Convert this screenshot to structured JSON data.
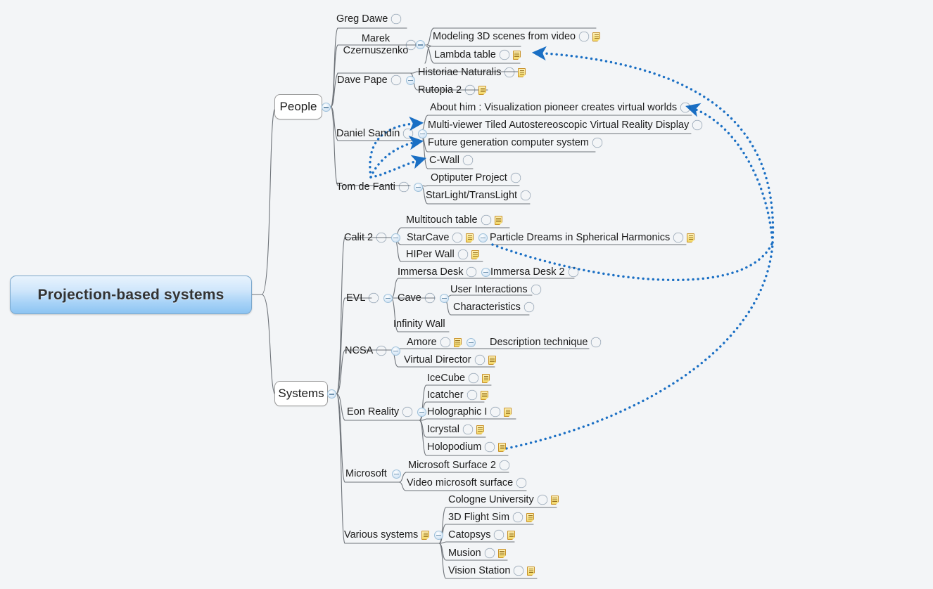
{
  "document": {
    "type": "mind-map",
    "background_color": "#f3f5f7",
    "accent_color": "#1a6fc4",
    "root_fill_color": "#a9d3f7"
  },
  "root": {
    "label": "Projection-based systems"
  },
  "branches": [
    {
      "label": "People"
    },
    {
      "label": "Systems"
    }
  ],
  "people": {
    "greg_dawe": {
      "label": "Greg Dawe"
    },
    "marek": {
      "line1": "Marek",
      "line2": "Czernuszenko"
    },
    "marek_children": [
      {
        "label": "Modeling 3D scenes from video"
      },
      {
        "label": "Lambda table"
      }
    ],
    "dave_pape": {
      "label": "Dave Pape"
    },
    "dave_pape_children": [
      {
        "label": "Historiae Naturalis"
      },
      {
        "label": "Rutopia 2"
      }
    ],
    "daniel_sandin": {
      "label": "Daniel Sandin"
    },
    "daniel_sandin_children": [
      {
        "label": "About him : Visualization pioneer creates virtual worlds"
      },
      {
        "label": "Multi-viewer Tiled Autostereoscopic Virtual Reality Display"
      },
      {
        "label": "Future generation computer system"
      },
      {
        "label": "C-Wall"
      }
    ],
    "tom_de_fanti": {
      "label": "Tom de Fanti"
    },
    "tom_de_fanti_children": [
      {
        "label": "Optiputer Project"
      },
      {
        "label": "StarLight/TransLight"
      }
    ]
  },
  "systems": {
    "calit2": {
      "label": "Calit 2"
    },
    "calit2_children": [
      {
        "label": "Multitouch table"
      },
      {
        "label": "StarCave"
      },
      {
        "label": "HIPer Wall"
      }
    ],
    "starcave_children": [
      {
        "label": "Particle Dreams in Spherical Harmonics"
      }
    ],
    "evl": {
      "label": "EVL"
    },
    "evl_children": [
      {
        "label": "Immersa Desk"
      },
      {
        "label": "Cave"
      },
      {
        "label": "Infinity Wall"
      }
    ],
    "immersa_desk_children": [
      {
        "label": "Immersa Desk 2"
      }
    ],
    "cave_children": [
      {
        "label": "User Interactions"
      },
      {
        "label": "Characteristics"
      }
    ],
    "ncsa": {
      "label": "NCSA"
    },
    "ncsa_children": [
      {
        "label": "Amore"
      },
      {
        "label": "Virtual Director"
      }
    ],
    "amore_children": [
      {
        "label": "Description technique"
      }
    ],
    "eon_reality": {
      "label": "Eon Reality"
    },
    "eon_reality_children": [
      {
        "label": "IceCube"
      },
      {
        "label": "Icatcher"
      },
      {
        "label": "Holographic I"
      },
      {
        "label": "Icrystal"
      },
      {
        "label": "Holopodium"
      }
    ],
    "microsoft": {
      "label": "Microsoft"
    },
    "microsoft_children": [
      {
        "label": "Microsoft Surface 2"
      },
      {
        "label": "Video microsoft surface"
      }
    ],
    "various_systems": {
      "label": "Various systems"
    },
    "various_systems_children": [
      {
        "label": "Cologne University"
      },
      {
        "label": "3D Flight Sim"
      },
      {
        "label": "Catopsys"
      },
      {
        "label": "Musion"
      },
      {
        "label": "Vision Station"
      }
    ]
  },
  "icons": {
    "globe": "globe-icon",
    "note": "note-icon",
    "collapse": "collapse-minus-icon"
  }
}
